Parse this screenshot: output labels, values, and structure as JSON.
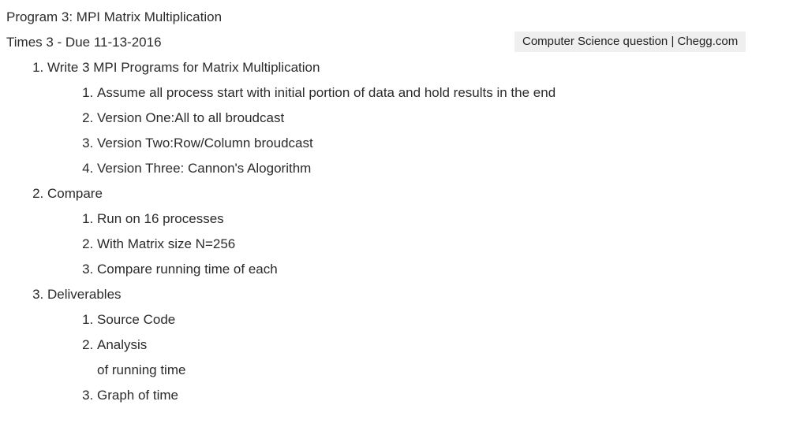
{
  "watermark": {
    "text": "Computer Science question | Chegg.com",
    "background_color": "#efefef",
    "text_color": "#222222"
  },
  "document": {
    "heading_lines": [
      "Program 3: MPI Matrix Multiplication",
      "Times 3 - Due 11-13-2016"
    ],
    "items": [
      {
        "marker": "1.",
        "text": "Write 3 MPI Programs for Matrix Multiplication",
        "children": [
          {
            "marker": "1.",
            "text": "Assume all process start with initial portion of data and hold results in the end"
          },
          {
            "marker": "2.",
            "text": "Version One:All to all broudcast"
          },
          {
            "marker": "3.",
            "text": "Version Two:Row/Column broudcast"
          },
          {
            "marker": "4.",
            "text": "Version Three: Cannon's Alogorithm"
          }
        ]
      },
      {
        "marker": "2.",
        "text": "Compare",
        "children": [
          {
            "marker": "1.",
            "text": "Run on 16 processes"
          },
          {
            "marker": "2.",
            "text": "With Matrix size N=256"
          },
          {
            "marker": "3.",
            "text": "Compare running time of each"
          }
        ]
      },
      {
        "marker": "3.",
        "text": "Deliverables",
        "children": [
          {
            "marker": "1.",
            "text": "Source Code"
          },
          {
            "marker": "2.",
            "text": "Analysis",
            "continuation": "of running time"
          },
          {
            "marker": "3.",
            "text": "Graph of time"
          }
        ]
      }
    ]
  }
}
